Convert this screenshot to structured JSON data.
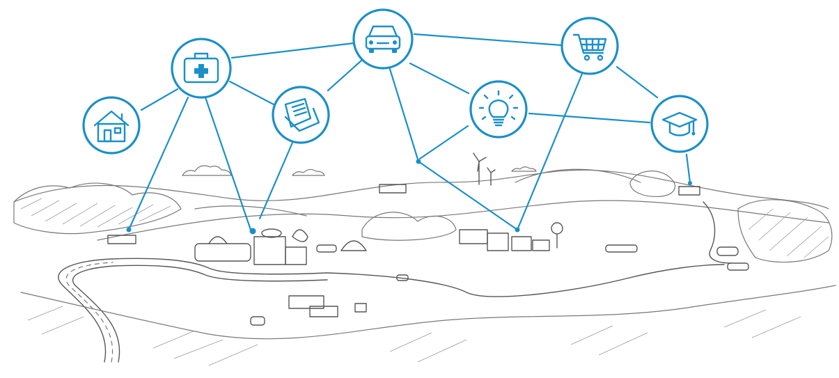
{
  "illustration": {
    "subject": "connected-village-network",
    "accent_color": "#1a8fc9",
    "sketch_color": "#777777"
  },
  "nodes": [
    {
      "id": "home",
      "icon": "house-icon"
    },
    {
      "id": "health",
      "icon": "first-aid-kit-icon"
    },
    {
      "id": "documents",
      "icon": "folder-documents-icon"
    },
    {
      "id": "mobility",
      "icon": "car-icon"
    },
    {
      "id": "innovation",
      "icon": "light-bulb-icon"
    },
    {
      "id": "shopping",
      "icon": "shopping-cart-icon"
    },
    {
      "id": "education",
      "icon": "graduation-cap-icon"
    }
  ]
}
